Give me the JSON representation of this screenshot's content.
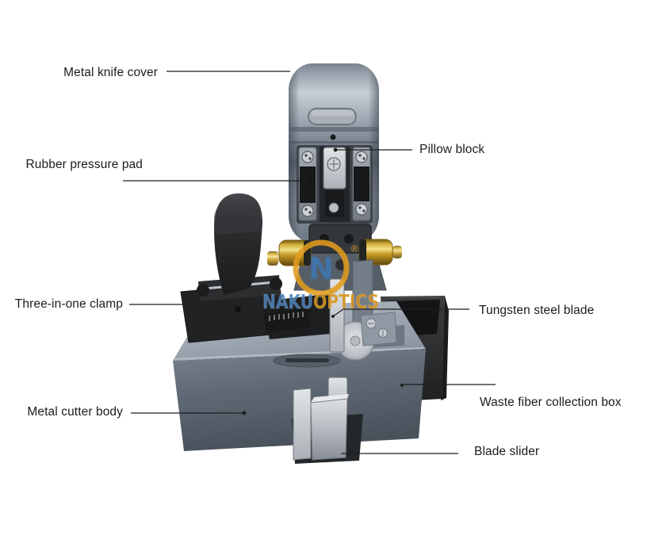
{
  "diagram": {
    "labels": [
      {
        "id": "metal-knife-cover",
        "text": "Metal knife cover"
      },
      {
        "id": "rubber-pressure-pad",
        "text": "Rubber pressure pad"
      },
      {
        "id": "three-in-one-clamp",
        "text": "Three-in-one clamp"
      },
      {
        "id": "metal-cutter-body",
        "text": "Metal cutter body"
      },
      {
        "id": "pillow-block",
        "text": "Pillow block"
      },
      {
        "id": "tungsten-steel-blade",
        "text": "Tungsten steel blade"
      },
      {
        "id": "waste-fiber-collection-box",
        "text": "Waste fiber collection box"
      },
      {
        "id": "blade-slider",
        "text": "Blade slider"
      }
    ]
  },
  "watermark": {
    "logo_letter": "N",
    "registered_mark": "®",
    "brand_part1": "NAKU",
    "brand_part2": "OPTICS",
    "color_blue": "#4a80ba",
    "color_orange": "#d8931d",
    "ring_color": "#e19b1e"
  }
}
